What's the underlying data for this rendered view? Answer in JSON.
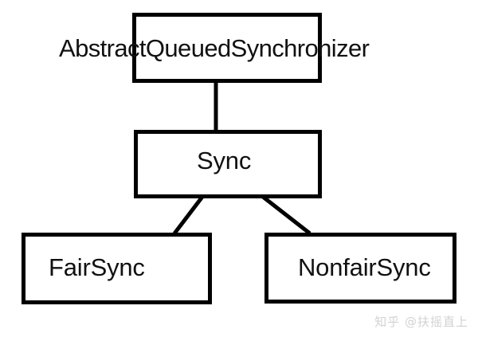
{
  "diagram": {
    "type": "class-hierarchy",
    "background_color": "#ffffff",
    "stroke_color": "#000000",
    "text_color": "#111111",
    "nodes": [
      {
        "id": "aqs",
        "label": "AbstractQueuedSynchronizer"
      },
      {
        "id": "sync",
        "label": "Sync"
      },
      {
        "id": "fair",
        "label": "FairSync"
      },
      {
        "id": "nonfair",
        "label": "NonfairSync"
      }
    ],
    "edges": [
      {
        "from": "aqs",
        "to": "sync"
      },
      {
        "from": "sync",
        "to": "fair"
      },
      {
        "from": "sync",
        "to": "nonfair"
      }
    ]
  },
  "watermark": {
    "text": "知乎 @扶摇直上",
    "color": "#d2d2d2"
  }
}
